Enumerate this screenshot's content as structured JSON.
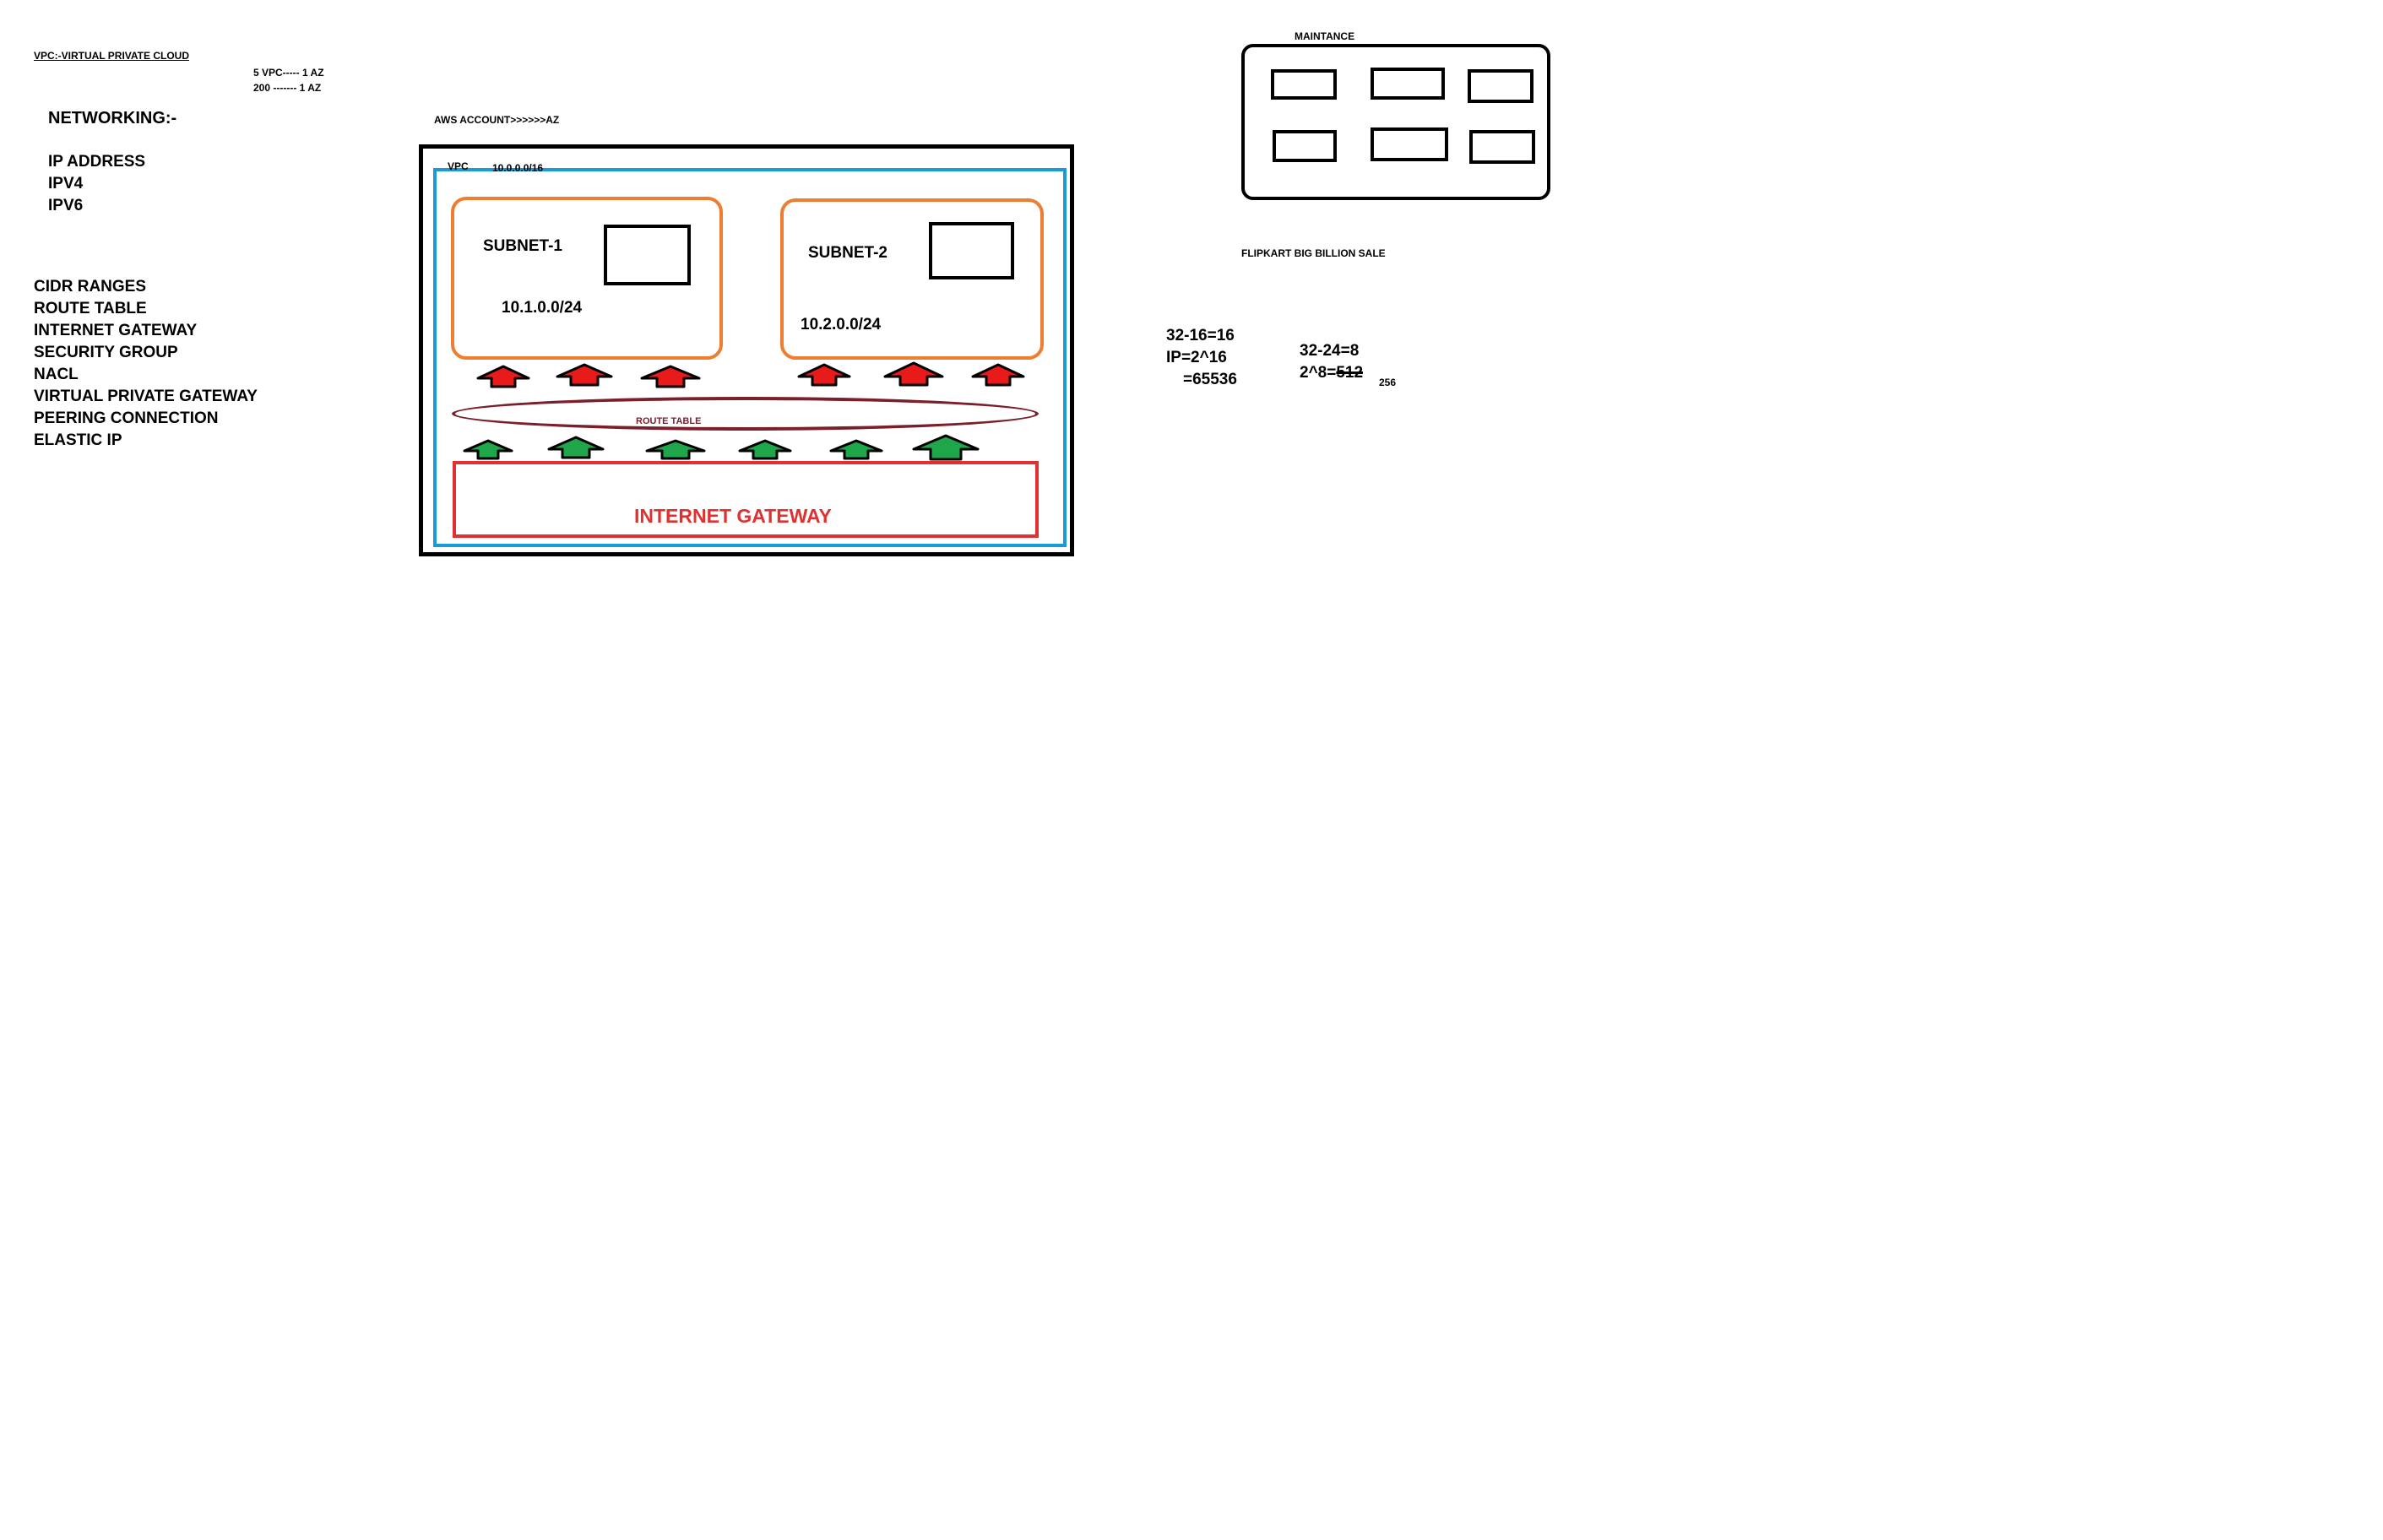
{
  "colors": {
    "outer_border": "#000000",
    "vpc_border": "#1a9ad6",
    "subnet_border": "#ed7d31",
    "route_table_border": "#7b1f2b",
    "gateway_border": "#e03131",
    "arrow_red": "#e81a1a",
    "arrow_green": "#1fa64a"
  },
  "notes": {
    "vpc_title": "VPC:-VIRTUAL PRIVATE CLOUD",
    "vpc_limit": "5 VPC----- 1 AZ",
    "vpc_limit_2": "200 ------- 1 AZ",
    "networking": "NETWORKING:-",
    "ip_address": "IP ADDRESS",
    "ipv4": "IPV4",
    "ipv6": "IPV6",
    "topics": [
      "CIDR RANGES",
      "ROUTE TABLE",
      "INTERNET GATEWAY",
      "SECURITY GROUP",
      "NACL",
      "VIRTUAL PRIVATE GATEWAY",
      "PEERING CONNECTION",
      "ELASTIC IP"
    ]
  },
  "diagram": {
    "account_label": "AWS ACCOUNT>>>>>>AZ",
    "vpc_label": "VPC",
    "vpc_cidr": "10.0.0.0/16",
    "subnet1_label": "SUBNET-1",
    "subnet1_cidr": "10.1.0.0/24",
    "subnet2_label": "SUBNET-2",
    "subnet2_cidr": "10.2.0.0/24",
    "route_table_label": "ROUTE TABLE",
    "gateway_label": "INTERNET GATEWAY"
  },
  "maintenance": {
    "title": "MAINTANCE",
    "caption": "FLIPKART BIG BILLION SALE"
  },
  "calc": {
    "line1": "32-16=16",
    "line2": "IP=2^16",
    "line3": "=65536",
    "line4": "32-24=8",
    "line5_prefix": "2^8=",
    "line5_struck": "512",
    "line5_correction": "256"
  }
}
